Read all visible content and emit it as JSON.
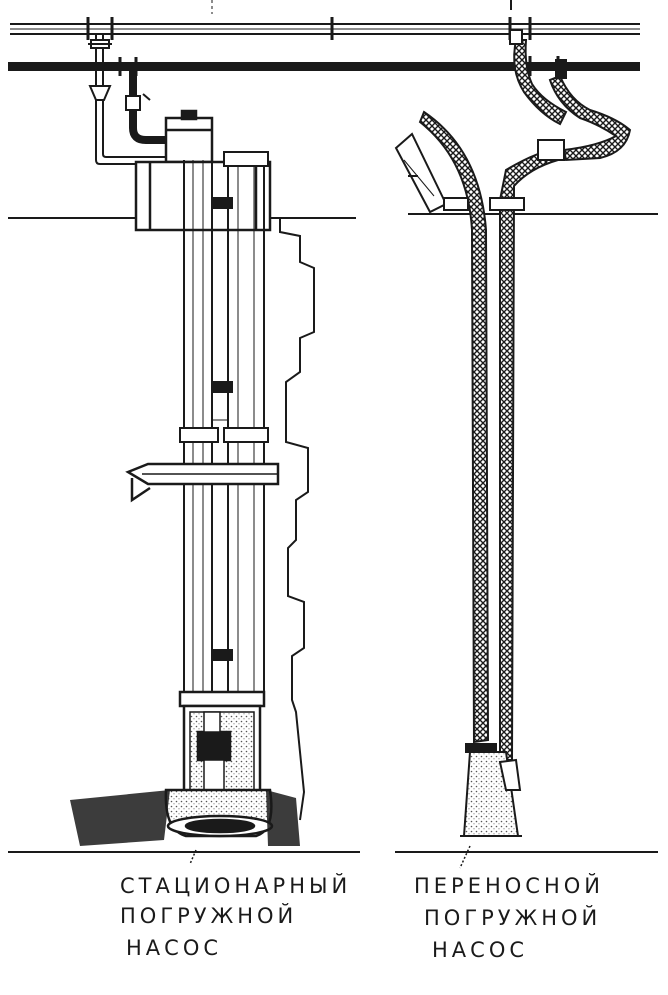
{
  "captions": {
    "stationary": {
      "line1": "СТАЦИОНАРНЫЙ",
      "line2": "ПОГРУЖНОЙ",
      "line3": "НАСОС"
    },
    "portable": {
      "line1": "ПЕРЕНОСНОЙ",
      "line2": "ПОГРУЖНОЙ",
      "line3": "НАСОС"
    }
  },
  "colors": {
    "ink": "#1a1a1a",
    "paper": "#ffffff",
    "shade": "#cfcfcf"
  }
}
